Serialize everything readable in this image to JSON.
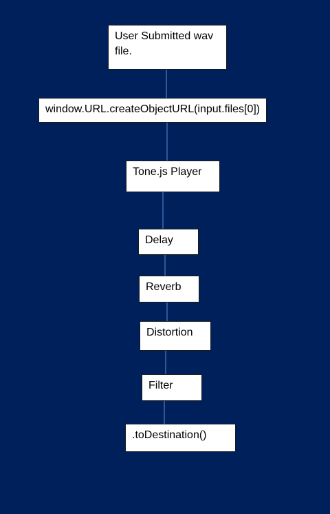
{
  "diagram": {
    "background_color": "#00205b",
    "node_color": "#ffffff",
    "connector_color": "#5b8fd6",
    "nodes": [
      {
        "id": "wav",
        "label": "User Submitted wav file."
      },
      {
        "id": "url",
        "label": "window.URL.createObjectURL(input.files[0])"
      },
      {
        "id": "player",
        "label": "Tone.js Player"
      },
      {
        "id": "delay",
        "label": "Delay"
      },
      {
        "id": "reverb",
        "label": "Reverb"
      },
      {
        "id": "dist",
        "label": "Distortion"
      },
      {
        "id": "filter",
        "label": "Filter"
      },
      {
        "id": "dest",
        "label": ".toDestination()"
      }
    ],
    "edges": [
      [
        "wav",
        "url"
      ],
      [
        "url",
        "player"
      ],
      [
        "player",
        "delay"
      ],
      [
        "delay",
        "reverb"
      ],
      [
        "reverb",
        "dist"
      ],
      [
        "dist",
        "filter"
      ],
      [
        "filter",
        "dest"
      ]
    ]
  }
}
